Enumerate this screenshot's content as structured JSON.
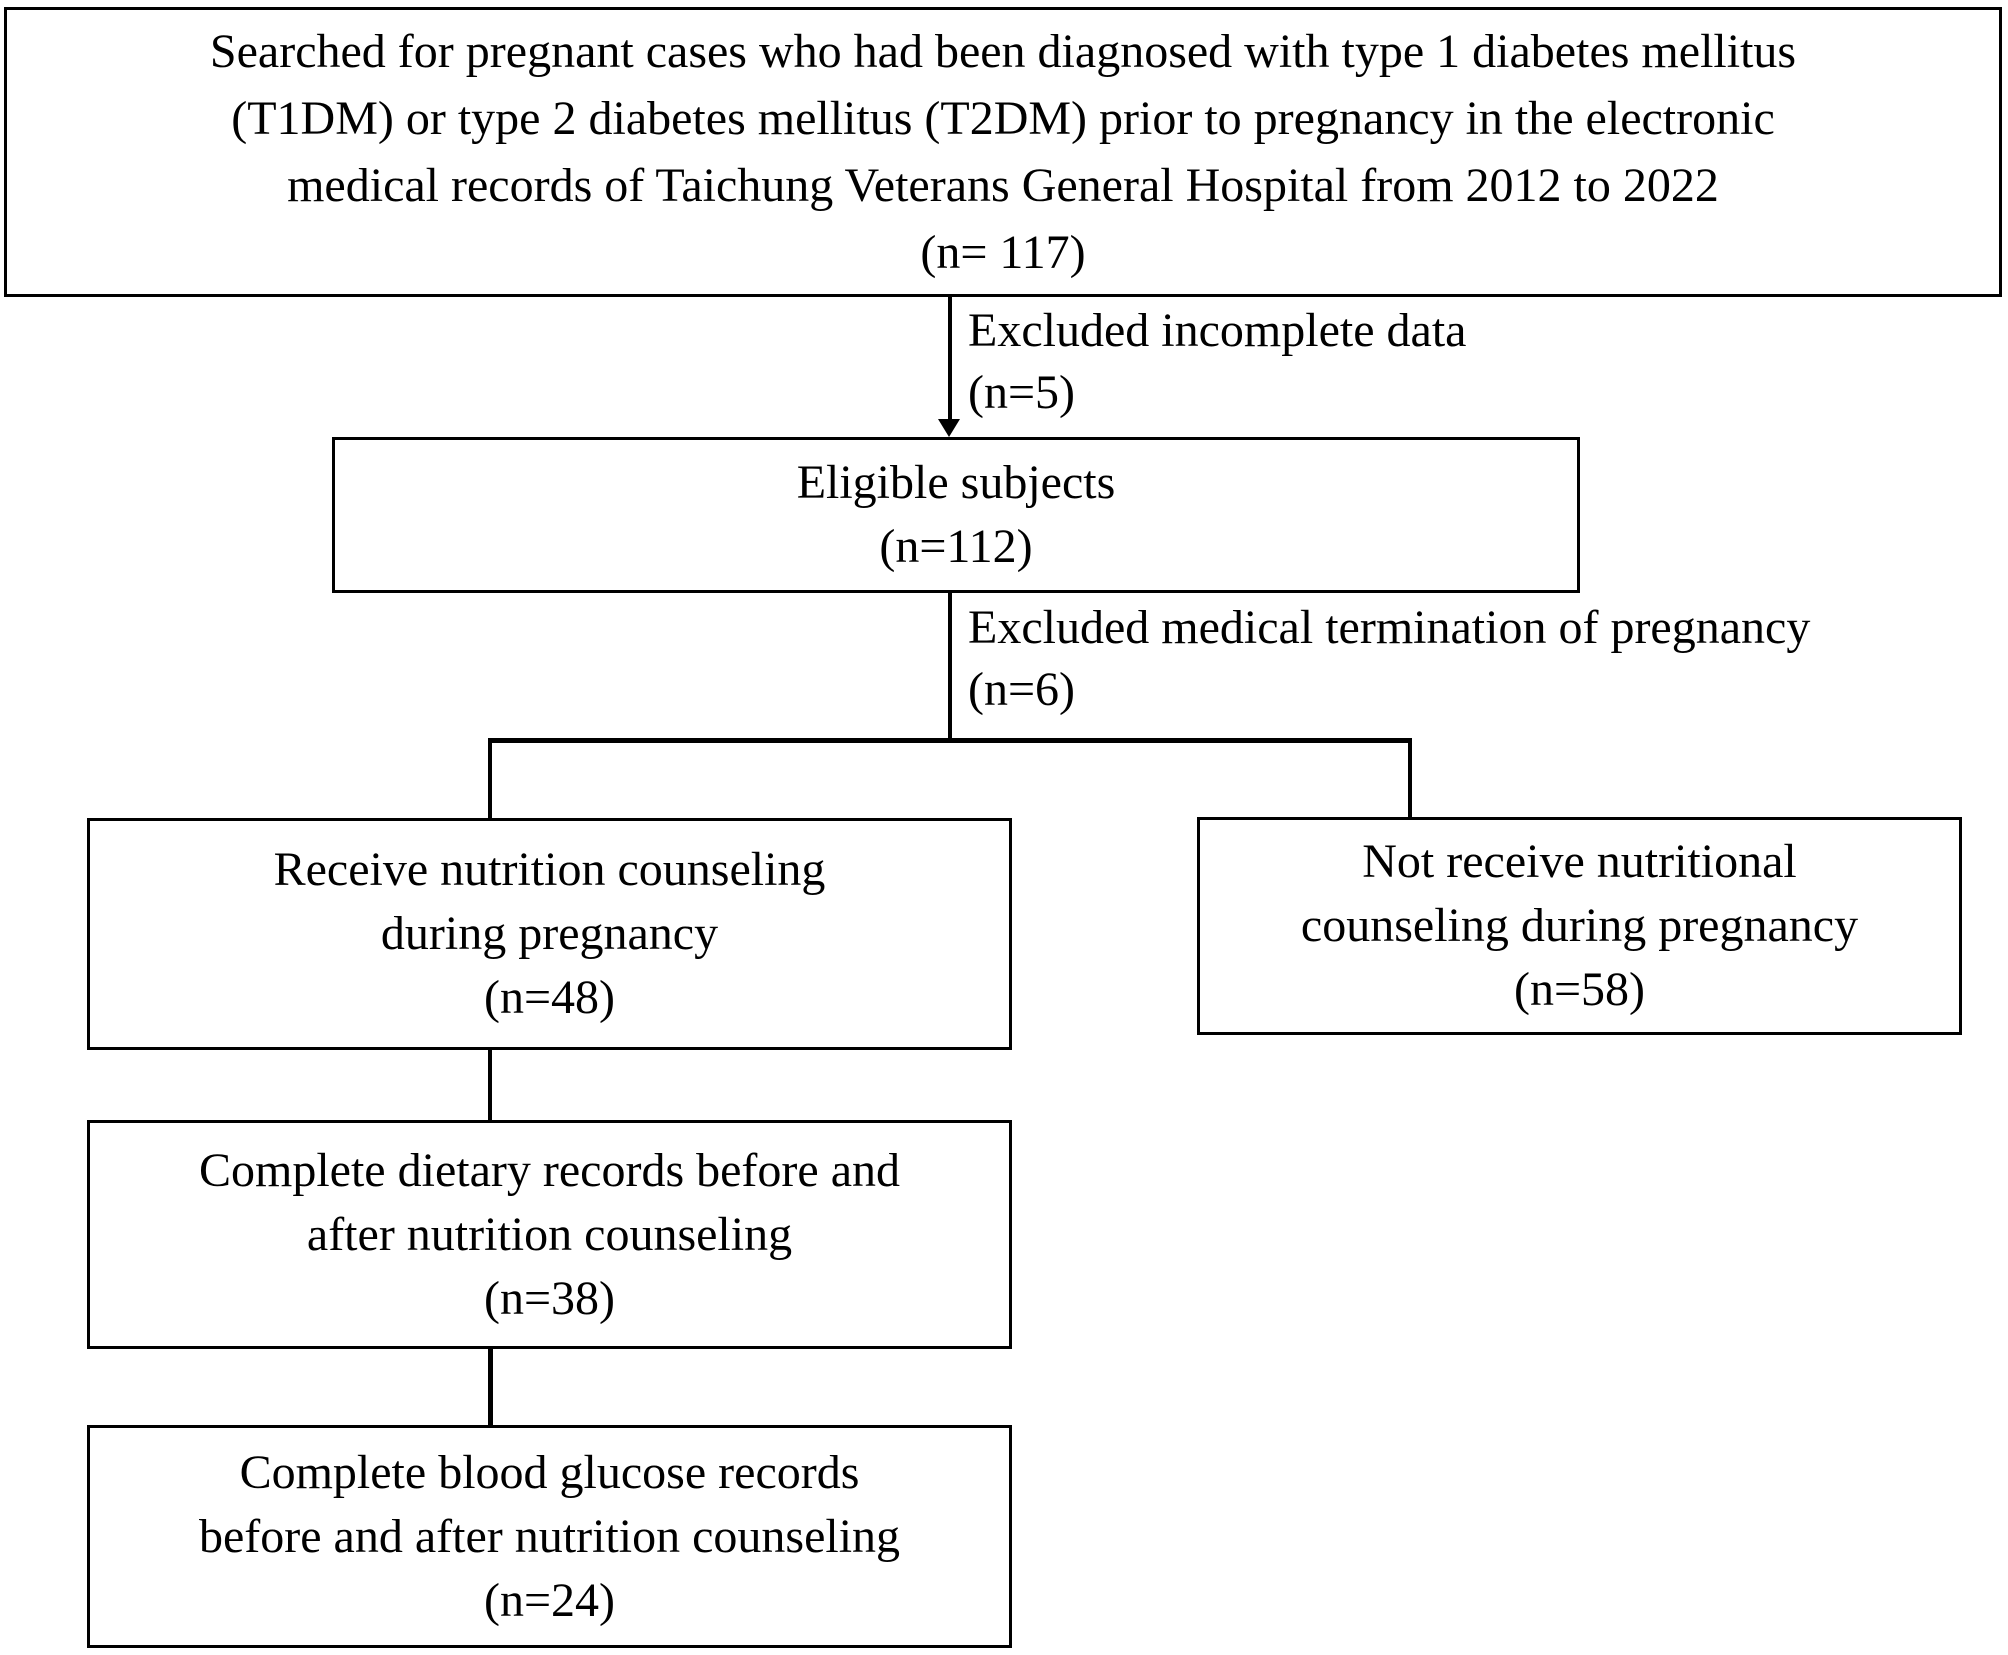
{
  "flowchart": {
    "top_box": {
      "line1": "Searched for pregnant cases who had been diagnosed with type 1 diabetes mellitus",
      "line2": "(T1DM) or type 2 diabetes mellitus (T2DM) prior to pregnancy in the electronic",
      "line3": "medical records of Taichung Veterans General Hospital from 2012 to 2022",
      "line4": "(n= 117)"
    },
    "exclusion_incomplete": {
      "line1": "Excluded incomplete data",
      "line2": "(n=5)"
    },
    "eligible_box": {
      "line1": "Eligible subjects",
      "line2": "(n=112)"
    },
    "exclusion_termination": {
      "line1": "Excluded medical termination of pregnancy",
      "line2": "(n=6)"
    },
    "counseling_box": {
      "line1": "Receive nutrition counseling",
      "line2": "during pregnancy",
      "line3": "(n=48)"
    },
    "no_counseling_box": {
      "line1": "Not receive nutritional",
      "line2": "counseling during pregnancy",
      "line3": "(n=58)"
    },
    "dietary_box": {
      "line1": "Complete dietary records before and",
      "line2": "after nutrition counseling",
      "line3": "(n=38)"
    },
    "glucose_box": {
      "line1": "Complete blood glucose records",
      "line2": "before and after nutrition counseling",
      "line3": "(n=24)"
    }
  },
  "colors": {
    "line": "#000000",
    "background": "#ffffff"
  }
}
